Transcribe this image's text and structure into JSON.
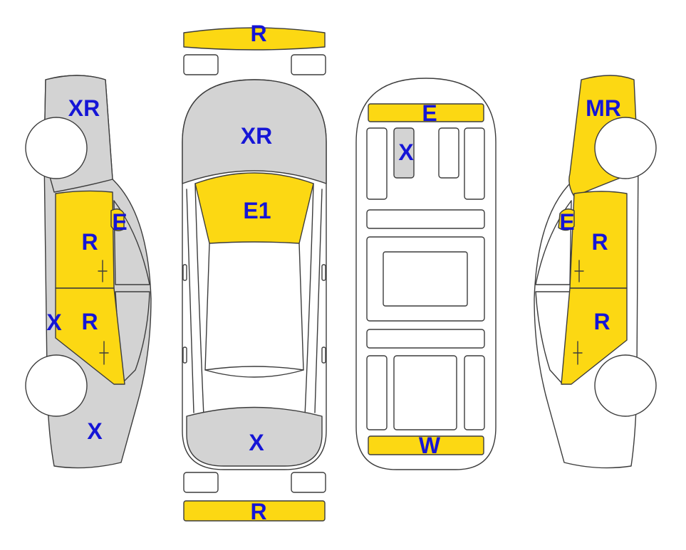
{
  "colors": {
    "damaged": "#fcd813",
    "gray": "#d3d3d3",
    "plain": "#ffffff",
    "label": "#1515d6",
    "outline": "#3c3c3c"
  },
  "panels": {
    "front_bumper": {
      "code": "R",
      "state": "damaged"
    },
    "rear_bumper": {
      "code": "R",
      "state": "damaged"
    },
    "hood": {
      "code": "XR",
      "state": "gray"
    },
    "windshield": {
      "code": "E1",
      "state": "damaged"
    },
    "trunk": {
      "code": "X",
      "state": "gray"
    },
    "left_front_fender": {
      "code": "XR",
      "state": "gray"
    },
    "left_mirror": {
      "code": "E",
      "state": "damaged"
    },
    "left_front_door": {
      "code": "R",
      "state": "damaged"
    },
    "left_rear_door": {
      "code": "R",
      "state": "damaged"
    },
    "left_rocker": {
      "code": "X",
      "state": "gray"
    },
    "left_rear_quarter": {
      "code": "X",
      "state": "gray"
    },
    "right_front_fender": {
      "code": "MR",
      "state": "damaged"
    },
    "right_mirror": {
      "code": "E",
      "state": "damaged"
    },
    "right_front_door": {
      "code": "R",
      "state": "damaged"
    },
    "right_rear_door": {
      "code": "R",
      "state": "damaged"
    },
    "interior_front_panel": {
      "code": "E",
      "state": "damaged"
    },
    "interior_seat_panel": {
      "code": "X",
      "state": "gray"
    },
    "interior_rear_panel": {
      "code": "W",
      "state": "damaged"
    }
  }
}
